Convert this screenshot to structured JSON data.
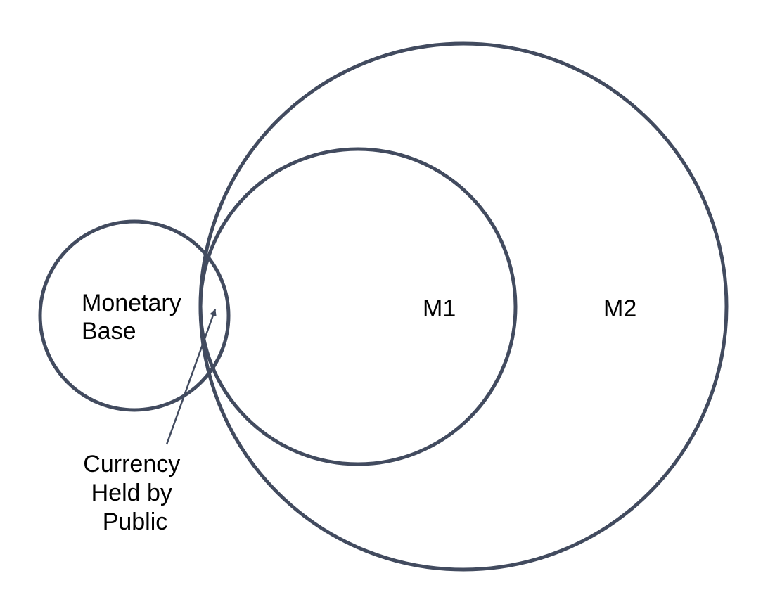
{
  "diagram": {
    "stroke_color": "#424b5f",
    "text_color": "#000000",
    "background": "#ffffff",
    "sets": [
      {
        "id": "monetary-base",
        "label_lines": [
          "Monetary",
          "Base"
        ]
      },
      {
        "id": "m1",
        "label_lines": [
          "M1"
        ]
      },
      {
        "id": "m2",
        "label_lines": [
          "M2"
        ]
      }
    ],
    "callout": {
      "label_lines": [
        "Currency",
        "Held by",
        "Public"
      ],
      "points_to": "overlap of Monetary Base and M1"
    }
  }
}
